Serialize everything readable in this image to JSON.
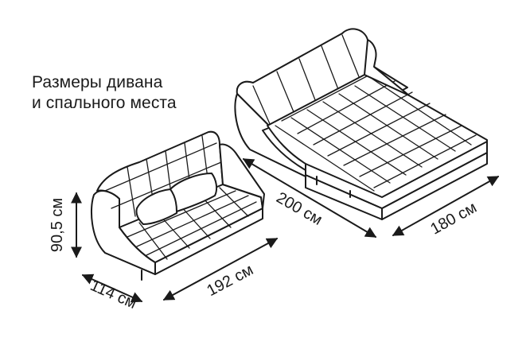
{
  "title": {
    "line1": "Размеры дивана",
    "line2": "и спального места"
  },
  "dimensions": {
    "height": "90,5 см",
    "depth": "114 см",
    "sofa_length": "192 см",
    "bed_length": "200 см",
    "bed_width": "180 см"
  },
  "colors": {
    "line": "#1a1a1a",
    "background": "#ffffff"
  }
}
